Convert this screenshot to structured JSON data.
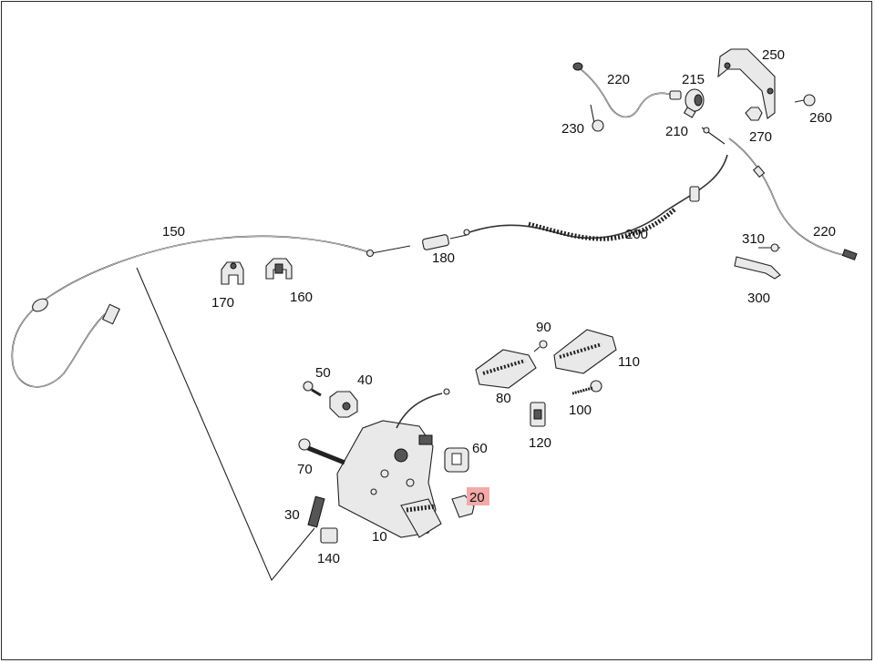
{
  "highlight_color": "#f3a9a9",
  "part_labels": {
    "p10": "10",
    "p20": "20",
    "p30": "30",
    "p40": "40",
    "p50": "50",
    "p60": "60",
    "p70": "70",
    "p80": "80",
    "p90": "90",
    "p100": "100",
    "p110": "110",
    "p120": "120",
    "p140": "140",
    "p150": "150",
    "p160": "160",
    "p170": "170",
    "p180": "180",
    "p200": "200",
    "p210": "210",
    "p215": "215",
    "p220a": "220",
    "p220b": "220",
    "p230": "230",
    "p250": "250",
    "p260": "260",
    "p270": "270",
    "p300": "300",
    "p310": "310"
  }
}
